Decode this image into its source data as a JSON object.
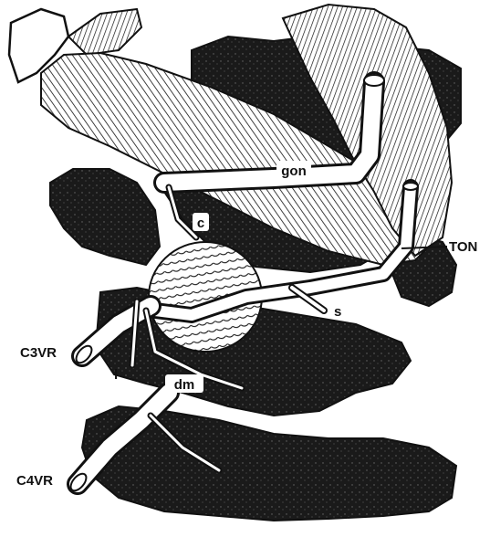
{
  "figure": {
    "labels": {
      "gon": "gon",
      "c": "c",
      "ton": "TON",
      "s": "s",
      "c3vr": "C3VR",
      "l": "l",
      "dm": "dm",
      "c4vr": "C4VR"
    }
  },
  "colors": {
    "ink": "#111111",
    "paper": "#ffffff",
    "tissue": "#1a1a1a"
  }
}
